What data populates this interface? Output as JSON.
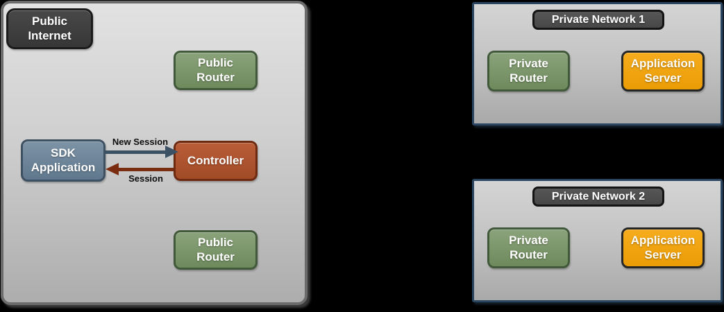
{
  "diagram": {
    "public_zone": {
      "label": "Public\nInternet",
      "public_router_top": "Public\nRouter",
      "sdk_application": "SDK\nApplication",
      "controller": "Controller",
      "public_router_bottom": "Public\nRouter",
      "arrow_new_session": "New Session",
      "arrow_session": "Session"
    },
    "private_network_1": {
      "title": "Private Network 1",
      "private_router": "Private\nRouter",
      "application_server": "Application\nServer"
    },
    "private_network_2": {
      "title": "Private Network 2",
      "private_router": "Private\nRouter",
      "application_server": "Application\nServer"
    },
    "palette": {
      "zone_fill_top": "#e2e2e2",
      "zone_fill_bottom": "#adadad",
      "zone_border": "#6b6b6b",
      "panel_border": "#29455f",
      "green_fill": "#7c9570",
      "green_border": "#41583a",
      "orange_fill": "#f0a410",
      "orange_border": "#262626",
      "dark_fill": "#3f3f3f",
      "dark_border": "#1b1b1b",
      "slate_fill": "#6e8496",
      "slate_border": "#3e5163",
      "rust_fill": "#ad5130",
      "rust_border": "#6e2a10",
      "arrow_new_session_color": "#3d5164",
      "arrow_session_color": "#7b2d12"
    }
  }
}
